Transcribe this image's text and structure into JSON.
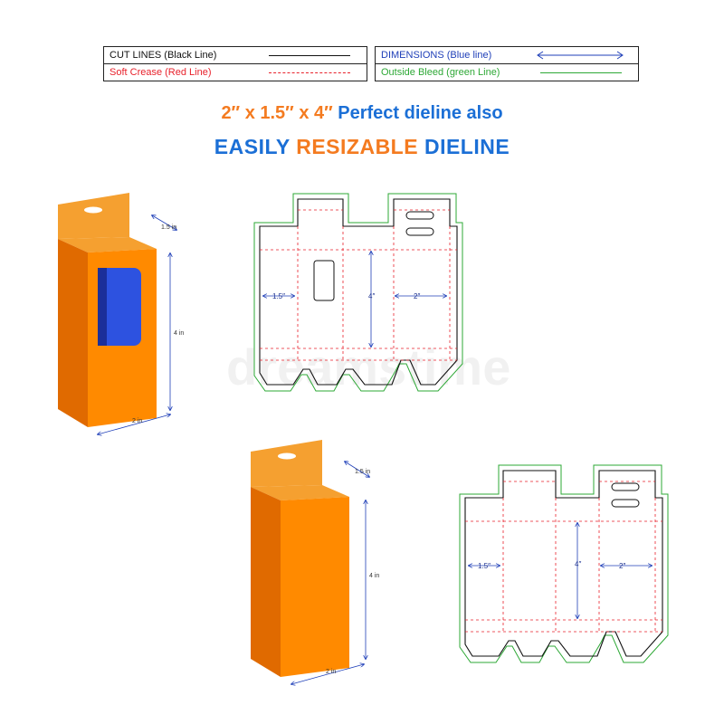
{
  "legend_left": {
    "cut_lines": "CUT LINES (Black Line)",
    "soft_crease": "Soft Crease (Red Line)"
  },
  "legend_right": {
    "dimensions": "DIMENSIONS (Blue line)",
    "outside_bleed": "Outside Bleed (green Line)"
  },
  "headline": {
    "size_text": "2″ x 1.5″ x 4″",
    "perfect_text": "Perfect dieline also",
    "easily": "EASILY",
    "resizable": "RESIZABLE",
    "dieline": "DIELINE"
  },
  "box1": {
    "depth": "1.5 in",
    "height": "4 in",
    "width": "2 in"
  },
  "box2": {
    "depth": "1.5 in",
    "height": "4 in",
    "width": "2 in"
  },
  "dieline1": {
    "side": "1.5″",
    "height": "4″",
    "front": "2″"
  },
  "dieline2": {
    "side": "1.5″",
    "height": "4″",
    "front": "2″"
  },
  "watermark": "dreamstime",
  "colors": {
    "cut": "#111111",
    "crease": "#e8212b",
    "dimension": "#1f3fb8",
    "bleed": "#2ea836",
    "orange": "#f47b20",
    "blue_text": "#1b6fd6",
    "box_front": "#ff8a00",
    "box_side": "#e06a00",
    "box_top": "#f5a030",
    "window": "#2d52e0"
  }
}
